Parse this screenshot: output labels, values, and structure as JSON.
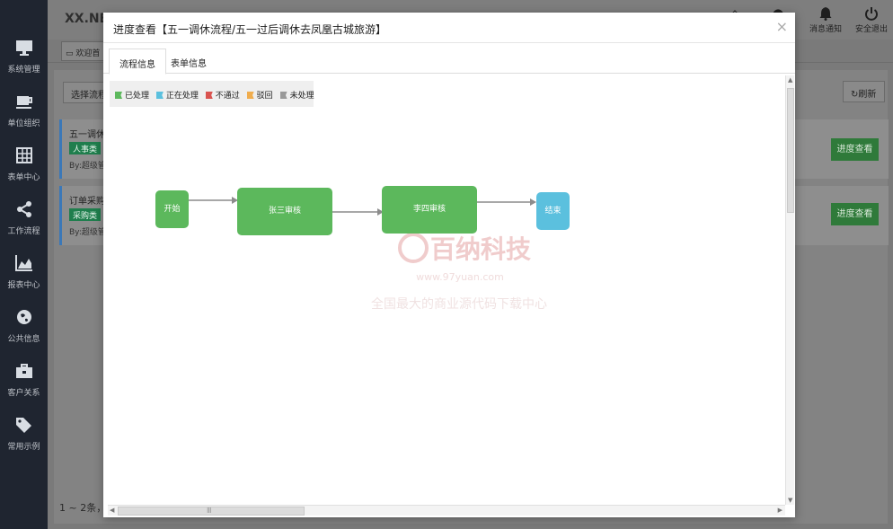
{
  "sidebar": {
    "items": [
      {
        "label": "系统管理",
        "icon": "monitor-icon"
      },
      {
        "label": "单位组织",
        "icon": "coffee-cup-icon"
      },
      {
        "label": "表单中心",
        "icon": "table-grid-icon"
      },
      {
        "label": "工作流程",
        "icon": "share-nodes-icon"
      },
      {
        "label": "报表中心",
        "icon": "area-chart-icon"
      },
      {
        "label": "公共信息",
        "icon": "globe-icon"
      },
      {
        "label": "客户关系",
        "icon": "briefcase-icon"
      },
      {
        "label": "常用示例",
        "icon": "tags-icon"
      }
    ]
  },
  "header": {
    "brand": "XX.NET",
    "notify_label": "消息通知",
    "logout_label": "安全退出"
  },
  "page": {
    "home_tab": "欢迎首",
    "select_flow_btn": "选择流程",
    "refresh_btn": "刷新",
    "rows": [
      {
        "title": "五一调休流",
        "tag": "人事类",
        "by": "By:超级管",
        "action": "进度查看"
      },
      {
        "title": "订单采购",
        "tag": "采购类",
        "by": "By:超级管",
        "action": "进度查看"
      }
    ],
    "pager": "1 ~ 2条，"
  },
  "modal": {
    "title": "进度查看【五一调休流程/五一过后调休去凤凰古城旅游】",
    "close_glyph": "×",
    "tabs": [
      "流程信息",
      "表单信息"
    ],
    "legend": [
      {
        "label": "已处理",
        "color": "#5cb85c"
      },
      {
        "label": "正在处理",
        "color": "#5bc0de"
      },
      {
        "label": "不通过",
        "color": "#d9534f"
      },
      {
        "label": "驳回",
        "color": "#f0ad4e"
      },
      {
        "label": "未处理",
        "color": "#999999"
      }
    ],
    "nodes": {
      "start": "开始",
      "step1": "张三审核",
      "step2": "李四审核",
      "end": "结束"
    },
    "watermark": {
      "brand": "百纳科技",
      "url": "www.97yuan.com",
      "slogan": "全国最大的商业源代码下载中心"
    },
    "hscroll_glyph": "Ⅲ"
  }
}
